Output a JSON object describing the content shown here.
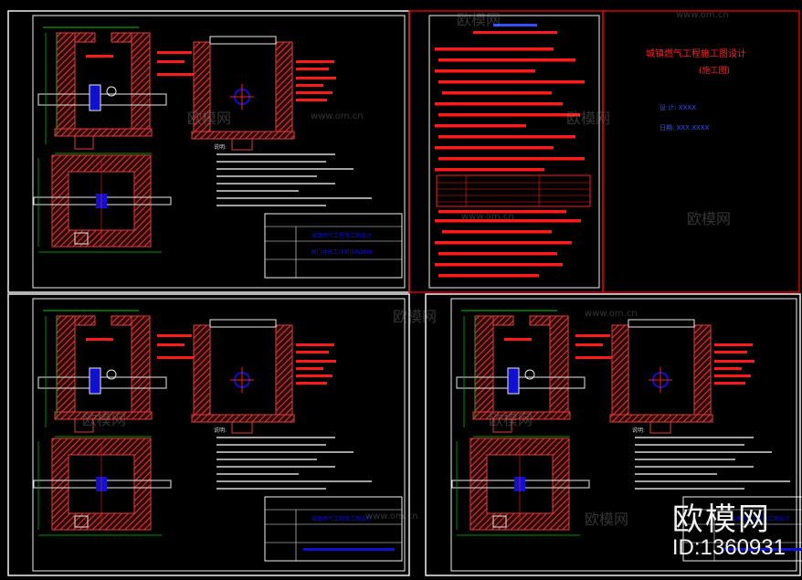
{
  "colors": {
    "background": "#000000",
    "frame_white": "#f0f0f0",
    "frame_red": "#d80000",
    "annotation_red": "#ff1a1a",
    "green": "#00c800",
    "hatch": "#e03a3a",
    "pipe": "#e8e8e8",
    "fitting_blue": "#1010d0",
    "note_text": "#d8d8d8"
  },
  "cover_sheet": {
    "title_line1": "城镇燃气工程施工图设计",
    "title_line2": "(施工图)",
    "line3": "设 计: XXXX",
    "line4": "日期: XXX.XXXX"
  },
  "watermark": {
    "brand": "欧模网",
    "site": "www.om.cn"
  },
  "badge": {
    "brand": "欧模网",
    "id": "ID:1360931"
  },
  "drawing_sheets": [
    {
      "title_block_line1": "城镇燃气工程施工图设计",
      "title_block_line2": "阀门井施工详图(DN200)"
    },
    {
      "title_block_line1": "城镇燃气工程施工图设计",
      "title_block_line2": ""
    },
    {
      "title_block_line1": "城镇燃气工程施工图设计",
      "title_block_line2": ""
    }
  ],
  "notes_heading": "说明:"
}
